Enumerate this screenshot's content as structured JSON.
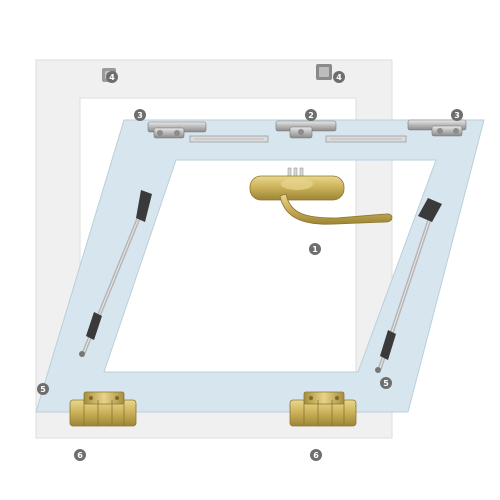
{
  "diagram": {
    "colors": {
      "frame": "#f0f0f0",
      "frame_edge": "#dedede",
      "sash": "#d7e6ee",
      "sash_edge": "#b9cfda",
      "callout": "#6e6e6e",
      "brass": "#cfb560",
      "steel": "#b9b9b9"
    },
    "parts": [
      {
        "id": "handle",
        "icon": "brass-window-handle"
      },
      {
        "id": "top-center-connector",
        "icon": "connector-bracket"
      },
      {
        "id": "corner-guide-left",
        "icon": "corner-guide"
      },
      {
        "id": "corner-guide-right",
        "icon": "corner-guide"
      },
      {
        "id": "keeper-left",
        "icon": "keeper-block"
      },
      {
        "id": "keeper-right",
        "icon": "keeper-block"
      },
      {
        "id": "friction-stay-left",
        "icon": "friction-stay-arm"
      },
      {
        "id": "friction-stay-right",
        "icon": "friction-stay-arm"
      },
      {
        "id": "hinge-left",
        "icon": "brass-hinge"
      },
      {
        "id": "hinge-right",
        "icon": "brass-hinge"
      }
    ],
    "callouts": {
      "handle": "1",
      "connector": "2",
      "corner_left": "3",
      "corner_right": "3",
      "keeper_left": "4",
      "keeper_right": "4",
      "stay_left": "5",
      "stay_right": "5",
      "hinge_left": "6",
      "hinge_right": "6"
    }
  }
}
